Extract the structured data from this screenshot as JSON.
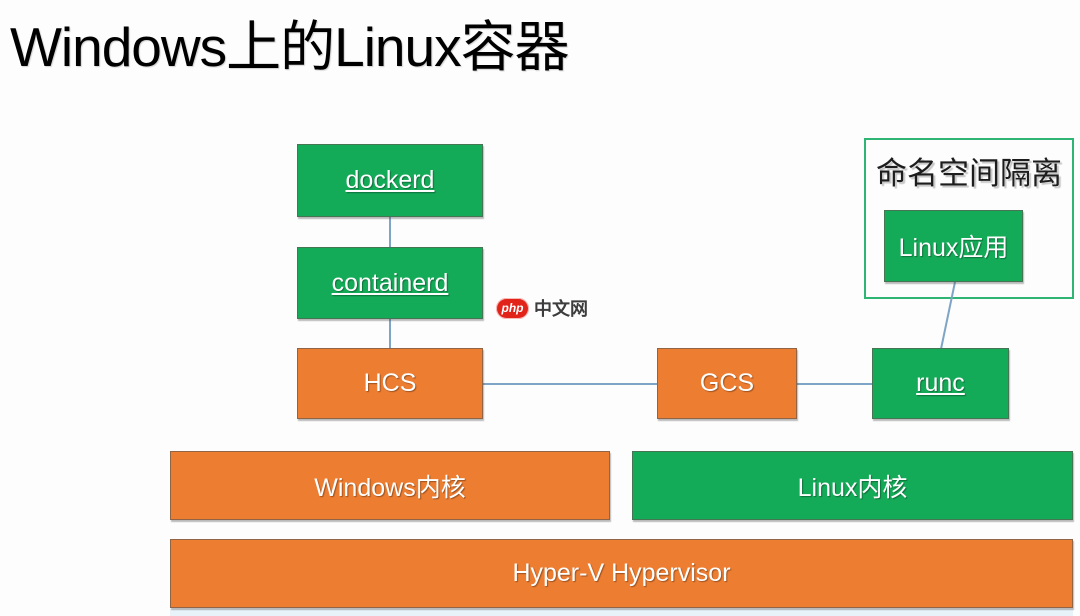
{
  "title": "Windows上的Linux容器",
  "diagram": {
    "nodes": {
      "dockerd": {
        "label": "dockerd"
      },
      "containerd": {
        "label": "containerd"
      },
      "hcs": {
        "label": "HCS"
      },
      "gcs": {
        "label": "GCS"
      },
      "runc": {
        "label": "runc"
      },
      "linux_app": {
        "label": "Linux应用"
      },
      "namespace": {
        "label": "命名空间隔离"
      },
      "windows_kernel": {
        "label": "Windows内核"
      },
      "linux_kernel": {
        "label": "Linux内核"
      },
      "hypervisor": {
        "label": "Hyper-V Hypervisor"
      }
    },
    "edges": [
      "dockerd-containerd",
      "containerd-hcs",
      "hcs-gcs",
      "gcs-runc",
      "linux_app-runc"
    ]
  },
  "watermark": {
    "logo": "php-logo",
    "logo_text": "php",
    "site_text": "中文网"
  },
  "colors": {
    "green": "#14ab58",
    "orange": "#ed7d31",
    "connector_blue": "#7fa5c6",
    "namespace_border": "#2fb573",
    "watermark_red": "#e2231a",
    "title_text": "#000000",
    "bottom_strip": "#e7f2f9"
  }
}
